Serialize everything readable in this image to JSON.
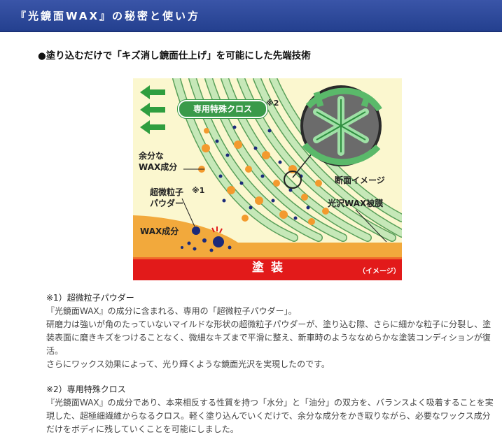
{
  "header": {
    "title": "『光鏡面WAX』の秘密と使い方"
  },
  "headline": "●塗り込むだけで「キズ消し鏡面仕上げ」を可能にした先端技術",
  "figure": {
    "cloth_label": "専用特殊クロス",
    "cloth_note": "※2",
    "excess_wax_label": [
      "余分な",
      "WAX成分"
    ],
    "powder_label": [
      "超微粒子",
      "パウダー"
    ],
    "powder_note": "※1",
    "wax_component_label": "WAX成分",
    "cross_section_label": "断面イメージ",
    "gloss_film_label": "光沢WAX被膜",
    "coating_label": "塗装",
    "image_tag": "（イメージ）",
    "colors": {
      "background": "#fbf7cf",
      "fiber": "#b8e0ac",
      "fiber_edge": "#5aa05a",
      "wax_layer": "#f2a93c",
      "coating": "#e21a1a",
      "arrow": "#2f9e3f",
      "orange_particle": "#f39a2e",
      "navy_particle": "#1b2a7a"
    }
  },
  "notes": [
    {
      "title": "※1）超微粒子パウダー",
      "paragraphs": [
        "『光鏡面WAX』の成分に含まれる、専用の「超微粒子パウダー」。",
        "研磨力は強いが角のたっていないマイルドな形状の超微粒子パウダーが、塗り込む際、さらに細かな粒子に分裂し、塗装表面に磨きキズをつけることなく、微細なキズまで平滑に整え、新車時のようななめらかな塗装コンディションが復活。",
        "さらにワックス効果によって、光り輝くような鏡面光沢を実現したのです。"
      ]
    },
    {
      "title": "※2）専用特殊クロス",
      "paragraphs": [
        "『光鏡面WAX』の成分であり、本来相反する性質を持つ「水分」と「油分」の双方を、バランスよく吸着することを実現した、超極細繊維からなるクロス。軽く塗り込んでいくだけで、余分な成分をかき取りながら、必要なワックス成分だけをボディに残していくことを可能にしました。"
      ]
    }
  ]
}
